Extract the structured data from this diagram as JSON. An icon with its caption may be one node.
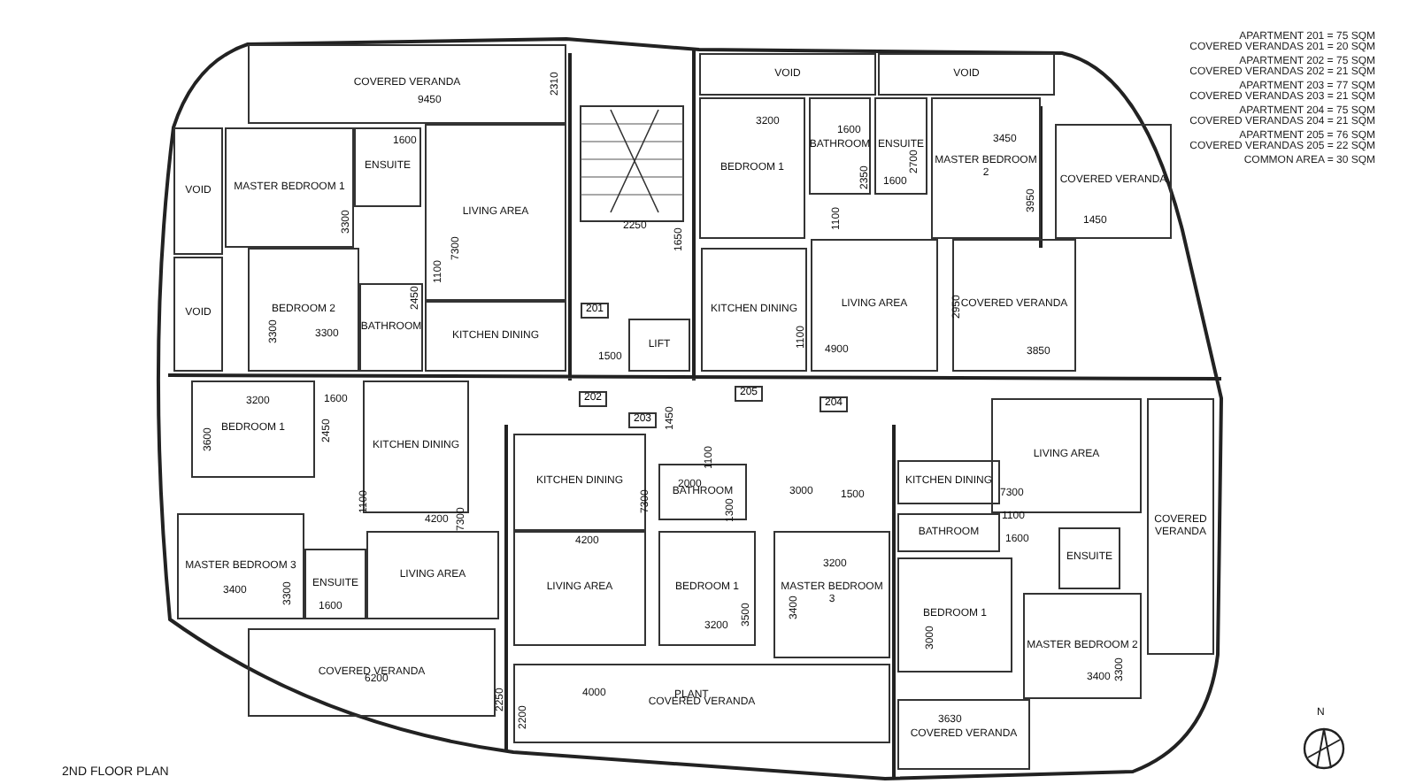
{
  "diagram": {
    "caption": "2ND FLOOR PLAN",
    "nodes": [
      {
        "text": [
          "COVERED VERANDA"
        ]
      },
      {
        "text": [
          "ENSUITE"
        ]
      },
      {
        "text": [
          "MASTER BEDROOM 1"
        ]
      },
      {
        "text": [
          "BEDROOM 2"
        ]
      },
      {
        "text": [
          "BATHROOM"
        ]
      },
      {
        "text": [
          "LIVING AREA"
        ]
      },
      {
        "text": [
          "KITCHEN DINING"
        ]
      },
      {
        "text": [
          "VOID"
        ]
      },
      {
        "text": [
          "VOID"
        ]
      },
      {
        "text": [
          "LIFT"
        ]
      },
      {
        "text": [
          "BEDROOM 1"
        ]
      },
      {
        "text": [
          "BATHROOM"
        ]
      },
      {
        "text": [
          "ENSUITE"
        ]
      },
      {
        "text": [
          "MASTER BEDROOM 2"
        ]
      },
      {
        "text": [
          "COVERED VERANDA"
        ]
      },
      {
        "text": [
          "KITCHEN DINING"
        ]
      },
      {
        "text": [
          "LIVING AREA"
        ]
      },
      {
        "text": [
          "COVERED VERANDA"
        ]
      },
      {
        "text": [
          "VOID"
        ]
      },
      {
        "text": [
          "VOID"
        ]
      },
      {
        "text": [
          "BEDROOM 1"
        ]
      },
      {
        "text": [
          "KITCHEN DINING"
        ]
      },
      {
        "text": [
          "MASTER BEDROOM 3"
        ]
      },
      {
        "text": [
          "ENSUITE"
        ]
      },
      {
        "text": [
          "LIVING AREA"
        ]
      },
      {
        "text": [
          "COVERED VERANDA"
        ]
      },
      {
        "text": [
          "KITCHEN DINING"
        ]
      },
      {
        "text": [
          "BATHROOM"
        ]
      },
      {
        "text": [
          "LIVING AREA"
        ]
      },
      {
        "text": [
          "BEDROOM 1"
        ]
      },
      {
        "text": [
          "MASTER BEDROOM 3"
        ]
      },
      {
        "text": [
          "COVERED VERANDA"
        ]
      },
      {
        "text": [
          "KITCHEN DINING"
        ]
      },
      {
        "text": [
          "BATHROOM"
        ]
      },
      {
        "text": [
          "BEDROOM 1"
        ]
      },
      {
        "text": [
          "LIVING AREA"
        ]
      },
      {
        "text": [
          "ENSUITE"
        ]
      },
      {
        "text": [
          "COVERED VERANDA"
        ]
      },
      {
        "text": [
          "MASTER BEDROOM 2"
        ]
      },
      {
        "text": [
          "COVERED VERANDA"
        ]
      }
    ],
    "labels": [
      "APARTMENT 201 = 75 SQM",
      "COVERED VERANDAS 201 = 20 SQM",
      "APARTMENT 202 = 75 SQM",
      "COVERED VERANDAS 202 = 21 SQM",
      "APARTMENT 203 = 77 SQM",
      "COVERED VERANDAS 203 = 21 SQM",
      "APARTMENT 204 = 75 SQM",
      "COVERED VERANDAS 204 = 21 SQM",
      "APARTMENT 205 = 76 SQM",
      "COVERED VERANDAS 205 = 22 SQM",
      "COMMON AREA = 30 SQM",
      "201",
      "202",
      "203",
      "205",
      "204",
      "PLANT",
      "9450",
      "2310",
      "1600",
      "3300",
      "7300",
      "1100",
      "3300",
      "3300",
      "2450",
      "2250",
      "1650",
      "1500",
      "3200",
      "1600",
      "2350",
      "2700",
      "1600",
      "3450",
      "3950",
      "1450",
      "1100",
      "1100",
      "4900",
      "2950",
      "3850",
      "3200",
      "3600",
      "1600",
      "2450",
      "1100",
      "7300",
      "4200",
      "3400",
      "3300",
      "1600",
      "6200",
      "2250",
      "4200",
      "1450",
      "1100",
      "7300",
      "2000",
      "1300",
      "3000",
      "1500",
      "3200",
      "3400",
      "3200",
      "3500",
      "4000",
      "2200",
      "7300",
      "1100",
      "1600",
      "3000",
      "3400",
      "3300",
      "3630",
      "N"
    ]
  }
}
